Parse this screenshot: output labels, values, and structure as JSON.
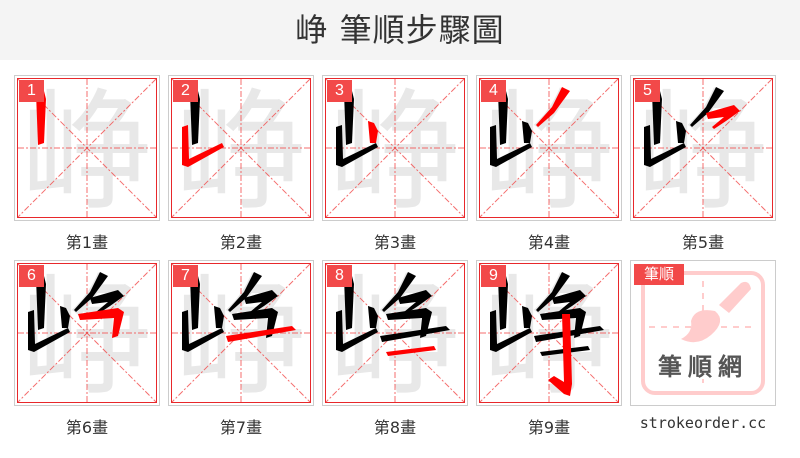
{
  "header": {
    "title": "峥 筆順步驟圖"
  },
  "character": "峥",
  "colors": {
    "active_stroke": "#ff0000",
    "done_stroke": "#000000",
    "ghost": "#e8e8e8",
    "grid": "#f24949",
    "badge": "#f24949",
    "border": "#e8282b"
  },
  "steps": [
    {
      "num": "1",
      "caption": "第1畫"
    },
    {
      "num": "2",
      "caption": "第2畫"
    },
    {
      "num": "3",
      "caption": "第3畫"
    },
    {
      "num": "4",
      "caption": "第4畫"
    },
    {
      "num": "5",
      "caption": "第5畫"
    },
    {
      "num": "6",
      "caption": "第6畫"
    },
    {
      "num": "7",
      "caption": "第7畫"
    },
    {
      "num": "8",
      "caption": "第8畫"
    },
    {
      "num": "9",
      "caption": "第9畫"
    }
  ],
  "logo": {
    "tag": "筆順",
    "text": "筆順網",
    "site": "strokeorder.cc"
  }
}
